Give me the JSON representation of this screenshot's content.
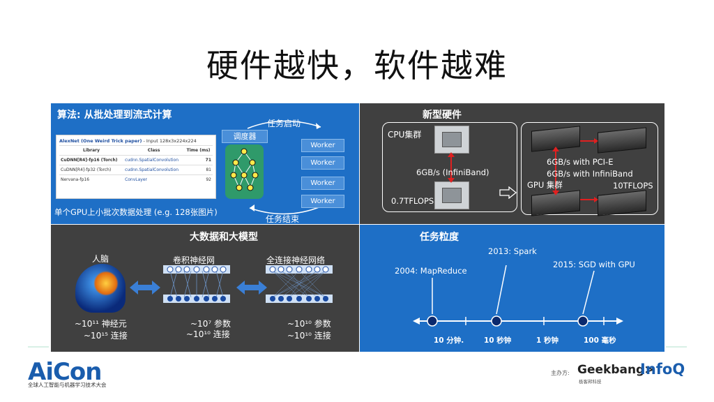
{
  "slide_title": "硬件越快，软件越难",
  "algo": {
    "title": "算法: 从批处理到流式计算",
    "table_header_bold": "AlexNet (One Weird Trick paper)",
    "table_header_rest": " - Input 128x3x224x224",
    "columns": [
      "Library",
      "Class",
      "Time (ms)"
    ],
    "rows": [
      [
        "CuDNN[R4]-fp16 (Torch)",
        "cudnn.SpatialConvolution",
        "71"
      ],
      [
        "CuDNN[R4]-fp32 (Torch)",
        "cudnn.SpatialConvolution",
        "81"
      ],
      [
        "Nervana-fp16",
        "ConvLayer",
        "92"
      ]
    ],
    "scheduler": "调度器",
    "start_label": "任务启动",
    "end_label": "任务结束",
    "workers": [
      "Worker",
      "Worker",
      "Worker",
      "Worker"
    ],
    "caption": "单个GPU上小批次数据处理 (e.g. 128张图片)"
  },
  "hardware": {
    "title": "新型硬件",
    "cpu_cluster": "CPU集群",
    "infiniband": "6GB/s (InfiniBand)",
    "cpu_flops": "0.7TFLOPS",
    "pcie": "6GB/s with PCI-E",
    "gpu_infiniband": "6GB/s with InfiniBand",
    "gpu_cluster": "GPU 集群",
    "gpu_flops": "10TFLOPS"
  },
  "bigdata": {
    "title": "大数据和大模型",
    "brain_label": "人脑",
    "cnn_label": "卷积神经网",
    "fc_label": "全连接神经网络",
    "brain_neurons": "~10¹¹ 神经元",
    "brain_links": "~10¹⁵ 连接",
    "cnn_params": "~10⁷ 参数",
    "cnn_links": "~10¹⁰ 连接",
    "fc_params": "~10¹⁰ 参数",
    "fc_links": "~10¹⁰ 连接"
  },
  "granularity": {
    "title": "任务粒度",
    "events": [
      {
        "label": "2004: MapReduce"
      },
      {
        "label": "2013: Spark"
      },
      {
        "label": "2015: SGD with GPU"
      }
    ],
    "ticks": [
      "10 分钟.",
      "10 秒钟",
      "1 秒钟",
      "100 毫秒"
    ]
  },
  "footer": {
    "logo": "AiCon",
    "logo_sub": "全球人工智能与机器学习技术大会",
    "organizer": "主办方:",
    "geekbang": "Geekbang>",
    "geekbang_sub": "极客邦科技",
    "infoq": "InfoQ"
  },
  "colors": {
    "blue_panel": "#1e6fc6",
    "dark_panel": "#404040",
    "logo_blue": "#1a5dad"
  }
}
